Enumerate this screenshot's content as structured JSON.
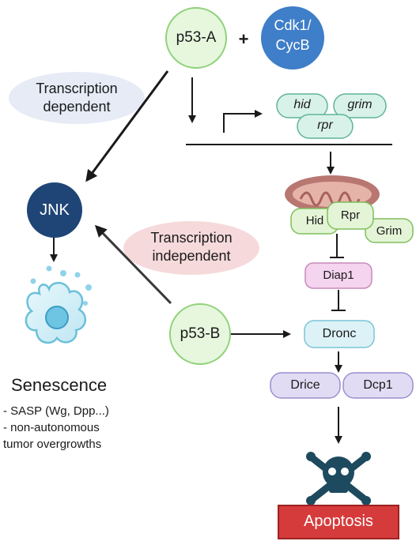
{
  "nodes": {
    "p53a": "p53-A",
    "plus": "+",
    "cdk1": "Cdk1/",
    "cycb": "CycB",
    "jnk": "JNK",
    "p53b": "p53-B"
  },
  "labels": {
    "transcription_dependent": [
      "Transcription",
      "dependent"
    ],
    "transcription_independent": [
      "Transcription",
      "independent"
    ]
  },
  "genes": {
    "hid": "hid",
    "grim": "grim",
    "rpr": "rpr"
  },
  "proteins": {
    "hid": "Hid",
    "rpr": "Rpr",
    "grim": "Grim",
    "diap1": "Diap1",
    "dronc": "Dronc",
    "drice": "Drice",
    "dcp1": "Dcp1"
  },
  "outcomes": {
    "apoptosis": "Apoptosis",
    "senescence_title": "Senescence",
    "senescence_items": [
      "- SASP (Wg, Dpp...)",
      "- non-autonomous",
      "tumor overgrowths"
    ]
  },
  "colors": {
    "p53_fill": "#e6f7de",
    "p53_stroke": "#8fd27a",
    "blue_node": "#3f7ec8",
    "jnk_node": "#1f4576",
    "gene_fill": "#d8f2e9",
    "gene_stroke": "#5fb49a",
    "protein_fill": "#e4f4d6",
    "diap1_fill": "#f4d4ee",
    "dronc_fill": "#ddf2f7",
    "caspase_fill": "#e1dcf3",
    "apoptosis_fill": "#d63b3b"
  }
}
